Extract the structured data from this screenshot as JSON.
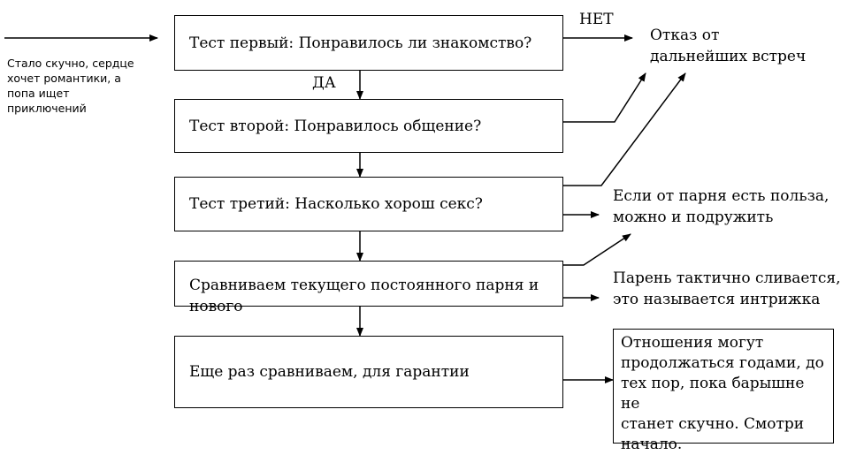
{
  "intro": {
    "line1": "Стало скучно, сердце",
    "line2": "хочет романтики, а",
    "line3": "попа ищет",
    "line4": "приключений"
  },
  "boxes": {
    "test1": "Тест первый: Понравилось ли знакомство?",
    "test2": "Тест второй: Понравилось общение?",
    "test3": "Тест третий: Насколько хорош секс?",
    "compare_line1": "Сравниваем текущего постоянного парня и",
    "compare_line2": "нового",
    "recheck": "Еще раз сравниваем, для гарантии"
  },
  "labels": {
    "yes": "ДА",
    "no": "НЕТ"
  },
  "outcomes": {
    "refuse_line1": "Отказ от",
    "refuse_line2": "дальнейших встреч",
    "friend_line1": "Если от парня есть польза,",
    "friend_line2": "можно и подружить",
    "intrigue_line1": "Парень тактично сливается,",
    "intrigue_line2": "это называется интрижка",
    "final_line1": "Отношения могут",
    "final_line2": "продолжаться годами, до",
    "final_line3": "тех пор, пока барышне не",
    "final_line4": "станет скучно. Смотри",
    "final_line5": "начало."
  }
}
